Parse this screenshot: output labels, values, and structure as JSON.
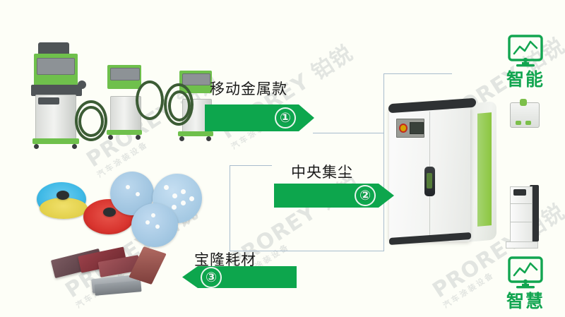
{
  "page": {
    "background_color": "#fdfef7",
    "accent_green": "#0da64d",
    "icon_green": "#12a550",
    "line_color": "#a8bccd"
  },
  "flow": {
    "steps": [
      {
        "id": "step-1",
        "label": "移动金属款",
        "number": "①",
        "direction": "right"
      },
      {
        "id": "step-2",
        "label": "中央集尘",
        "number": "②",
        "direction": "right"
      },
      {
        "id": "step-3",
        "label": "宝隆耗材",
        "number": "③",
        "direction": "left"
      }
    ]
  },
  "features": [
    {
      "id": "feature-top",
      "caption": "智能",
      "icon": "monitor-chart-icon"
    },
    {
      "id": "feature-bottom",
      "caption": "智慧",
      "icon": "monitor-chart-icon"
    }
  ],
  "equipment": {
    "mobile_carts": [
      {
        "id": "cart-large",
        "name": "mobile-dust-extractor-large"
      },
      {
        "id": "cart-medium",
        "name": "mobile-dust-extractor-medium"
      },
      {
        "id": "cart-small",
        "name": "mobile-dust-extractor-small"
      }
    ],
    "central_unit": {
      "id": "central-dust-cabinet",
      "name": "central-dust-collection-cabinet"
    },
    "wall_unit": {
      "id": "wall-mounted-unit",
      "name": "wall-mounted-hose-reel-unit"
    },
    "column_unit": {
      "id": "floor-column-unit",
      "name": "floor-standing-column-unit"
    }
  },
  "consumables": {
    "backing_pads": [
      {
        "id": "pad-cyan",
        "color": "#3fb9e6"
      },
      {
        "id": "pad-yellow",
        "color": "#e8d44a"
      },
      {
        "id": "pad-red",
        "color": "#d8342e"
      }
    ],
    "sanding_discs": [
      {
        "id": "disc-1",
        "color": "#9cc4e0"
      },
      {
        "id": "disc-2",
        "color": "#a7cce6"
      },
      {
        "id": "disc-3",
        "color": "#9cc4e0"
      }
    ],
    "sanding_blocks": [
      {
        "id": "block-1",
        "color": "#6e4a52"
      },
      {
        "id": "block-2",
        "color": "#7e3a42"
      },
      {
        "id": "block-3",
        "color": "#8a4a4e"
      },
      {
        "id": "block-4",
        "color": "#9b9fa4"
      }
    ]
  },
  "watermark": {
    "text": "PROREY 铂锐",
    "subtext": "汽车涂装设备"
  }
}
